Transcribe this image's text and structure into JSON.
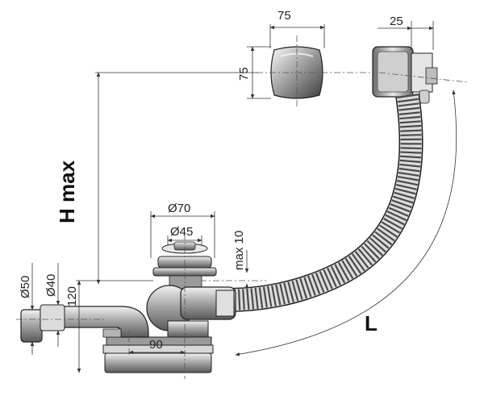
{
  "labels": {
    "cap_width": "75",
    "cap_height": "75",
    "overflow_depth": "25",
    "h_max": "H max",
    "dia_70": "Ø70",
    "dia_45": "Ø45",
    "max_10": "max 10",
    "dia_50": "Ø50",
    "dia_40": "Ø40",
    "dim_120": "120",
    "dim_90": "90",
    "length_l": "L"
  }
}
